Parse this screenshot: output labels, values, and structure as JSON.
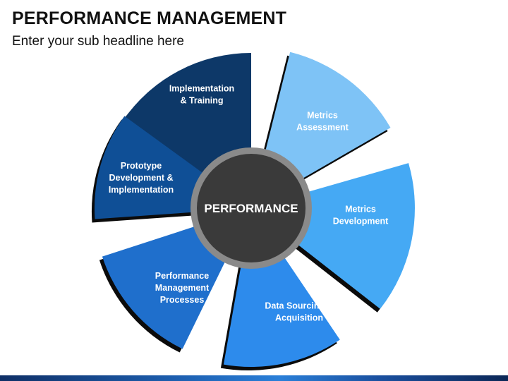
{
  "header": {
    "title": "PERFORMANCE MANAGEMENT",
    "subtitle": "Enter your sub headline here"
  },
  "diagram": {
    "center_label": "PERFORMANCE",
    "segments": [
      {
        "name": "implementation-training",
        "lines": [
          "Implementation",
          "& Training"
        ],
        "color": "#0d3868"
      },
      {
        "name": "metrics-assessment",
        "lines": [
          "Metrics",
          "Assessment"
        ],
        "color": "#7ec3f6"
      },
      {
        "name": "metrics-development",
        "lines": [
          "Metrics",
          "Development"
        ],
        "color": "#45a9f4"
      },
      {
        "name": "data-sourcing-acquisition",
        "lines": [
          "Data Sourcing &",
          "Acquisition"
        ],
        "color": "#2d8bec"
      },
      {
        "name": "performance-management-processes",
        "lines": [
          "Performance",
          "Management",
          "Processes"
        ],
        "color": "#1f6fcc"
      },
      {
        "name": "prototype-development-implementation",
        "lines": [
          "Prototype",
          "Development &",
          "Implementation"
        ],
        "color": "#0f4f96"
      }
    ],
    "colors": {
      "center_fill": "#3a3a3a",
      "center_ring": "#8a8a8a",
      "shadow": "#0b0b0b"
    }
  }
}
